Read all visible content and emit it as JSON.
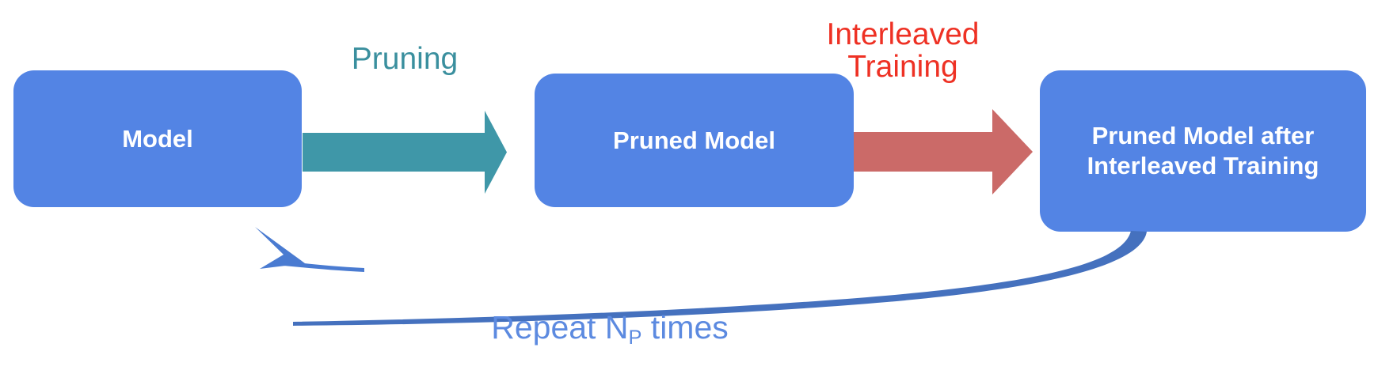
{
  "diagram": {
    "title": "Iterative Pruning and Interleaved Training Loop",
    "background_color": "#FFFFFF",
    "boxes": [
      {
        "id": "model",
        "label": "Model",
        "color": "#5384E4",
        "text_color": "#FFFFFF"
      },
      {
        "id": "pruned",
        "label": "Pruned Model",
        "color": "#5384E4",
        "text_color": "#FFFFFF"
      },
      {
        "id": "pruned_after",
        "label": "Pruned Model after\nInterleaved Training",
        "color": "#5384E4",
        "text_color": "#FFFFFF"
      }
    ],
    "arrows": [
      {
        "id": "pruning",
        "label": "Pruning",
        "color": "#3F97A8",
        "label_color": "#3A8F9E",
        "from": "model",
        "to": "pruned"
      },
      {
        "id": "training",
        "label": "Interleaved\nTraining",
        "color": "#CB6A68",
        "label_color": "#EE3124",
        "from": "pruned",
        "to": "pruned_after"
      },
      {
        "id": "loop",
        "label_prefix": "Repeat N",
        "label_subscript": "P",
        "label_suffix": " times",
        "color": "#4571BE",
        "label_color": "#5C8AE0",
        "from": "pruned_after",
        "to": "model"
      }
    ]
  }
}
